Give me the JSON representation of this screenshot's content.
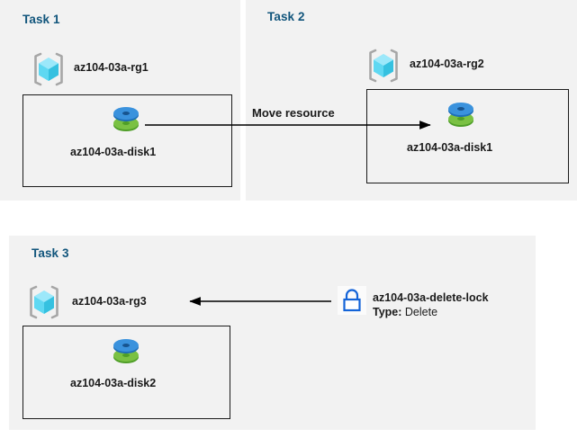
{
  "diagram": {
    "title_color": "#11557c",
    "panel_background": "#f2f2f2",
    "page_background": "#ffffff",
    "icons": {
      "resource_group": "resource-group-icon",
      "disk": "disk-icon",
      "lock": "lock-icon"
    }
  },
  "panels": [
    {
      "id": "task1",
      "title": "Task 1",
      "resource_group": {
        "name": "az104-03a-rg1"
      },
      "resources": [
        {
          "name": "az104-03a-disk1",
          "type": "disk"
        }
      ]
    },
    {
      "id": "task2",
      "title": "Task 2",
      "resource_group": {
        "name": "az104-03a-rg2"
      },
      "resources": [
        {
          "name": "az104-03a-disk1",
          "type": "disk"
        }
      ]
    },
    {
      "id": "task3",
      "title": "Task 3",
      "resource_group": {
        "name": "az104-03a-rg3"
      },
      "resources": [
        {
          "name": "az104-03a-disk2",
          "type": "disk"
        }
      ],
      "lock": {
        "name": "az104-03a-delete-lock",
        "type_key": "Type:",
        "type_value": "Delete"
      }
    }
  ],
  "connectors": [
    {
      "id": "move-resource",
      "label": "Move resource",
      "from": "az104-03a-disk1 (Task 1)",
      "to": "az104-03a-disk1 (Task 2)",
      "direction": "right"
    },
    {
      "id": "lock-applies-to",
      "label": "",
      "from": "az104-03a-delete-lock",
      "to": "az104-03a-rg3",
      "direction": "left"
    }
  ]
}
